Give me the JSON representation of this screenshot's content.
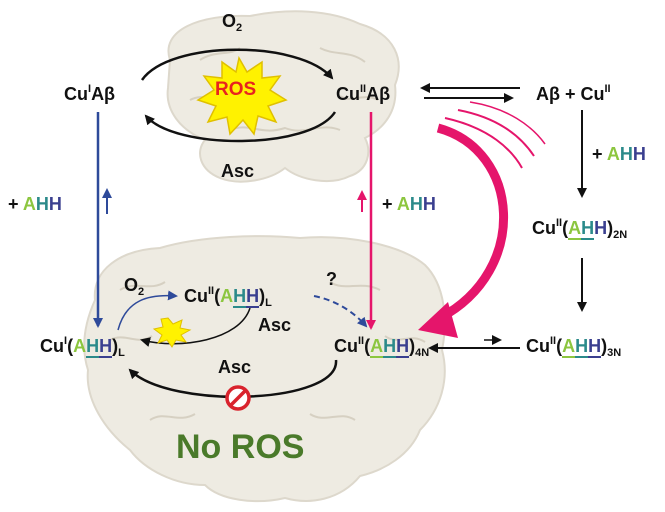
{
  "colors": {
    "green": "#8cc63f",
    "teal": "#2b8a8a",
    "navy": "#3a3f8f",
    "magenta": "#e5156b",
    "blue_arrow": "#2e4a9a",
    "no_ros": "#4a7a2a",
    "ros_burst": "#fff200",
    "ros_text": "#e8231f",
    "prohibit": "#d9232d",
    "brain": "#eeebe2"
  },
  "labels": {
    "o2_top": "O",
    "o2_top_sub": "2",
    "ros": "ROS",
    "asc_top": "Asc",
    "cu1_ab": {
      "cu": "Cu",
      "ox": "I",
      "ab": "Aβ"
    },
    "cu2_ab": {
      "cu": "Cu",
      "ox": "II",
      "ab": "Aβ"
    },
    "ab_plus_cu": {
      "ab": "Aβ + Cu",
      "ox": "II"
    },
    "plus_ahh_left": {
      "plus": "+ ",
      "a": "A",
      "h1": "H",
      "h2": "H"
    },
    "plus_ahh_mid": {
      "plus": "+ ",
      "a": "A",
      "h1": "H",
      "h2": "H"
    },
    "plus_ahh_right": {
      "plus": "+ ",
      "a": "A",
      "h1": "H",
      "h2": "H"
    },
    "cu2_ahh_2n": {
      "cu": "Cu",
      "ox": "II",
      "a": "A",
      "h1": "H",
      "h2": "H",
      "sub": "2N"
    },
    "cu2_ahh_3n": {
      "cu": "Cu",
      "ox": "II",
      "a": "A",
      "h1": "H",
      "h2": "H",
      "sub": "3N"
    },
    "cu2_ahh_4n": {
      "cu": "Cu",
      "ox": "II",
      "a": "A",
      "h1": "H",
      "h2": "H",
      "sub": "4N"
    },
    "cu1_ahh_l": {
      "cu": "Cu",
      "ox": "I",
      "a": "A",
      "h1": "H",
      "h2": "H",
      "sub": "L"
    },
    "cu2_ahh_l": {
      "cu": "Cu",
      "ox": "II",
      "a": "A",
      "h1": "H",
      "h2": "H",
      "sub": "L"
    },
    "o2_small": "O",
    "o2_small_sub": "2",
    "asc_inner": "Asc",
    "asc_bottom": "Asc",
    "question": "?",
    "no_ros": "No ROS"
  }
}
